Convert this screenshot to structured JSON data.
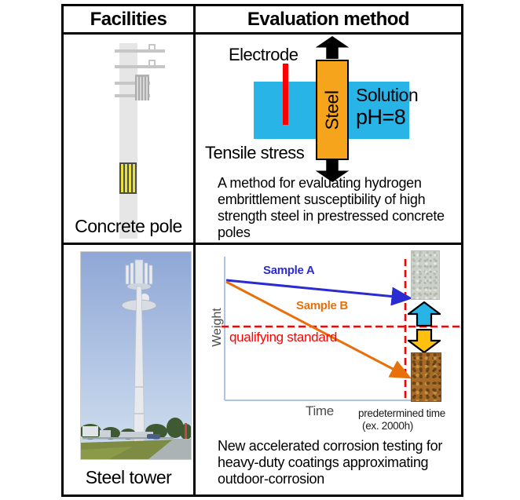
{
  "figure": {
    "header": {
      "facilities": "Facilities",
      "evaluation_method": "Evaluation method"
    }
  },
  "concrete_pole_row": {
    "facility_label": "Concrete pole",
    "diagram": {
      "electrode_label": "Electrode",
      "steel_label": "Steel",
      "solution_label": "Solution",
      "ph_label": "pH=8",
      "tensile_stress_label": "Tensile stress"
    },
    "description": "A method for evaluating hydrogen embrittlement susceptibility of high strength steel in prestressed concrete poles"
  },
  "steel_tower_row": {
    "facility_label": "Steel tower",
    "description": "New accelerated corrosion testing for heavy-duty coatings approximating outdoor-corrosion"
  },
  "chart_data": {
    "type": "line",
    "title": "",
    "xlabel": "Time",
    "ylabel": "Weight",
    "x_range": [
      0,
      1
    ],
    "y_range": [
      0,
      1
    ],
    "grid": false,
    "axes_style": "qualitative axes without tick labels, light-blue axis lines",
    "series": [
      {
        "name": "Sample A",
        "color": "#2b2bd2",
        "points": [
          [
            0,
            0.92
          ],
          [
            0.84,
            0.77
          ]
        ],
        "note": "ends above the qualifying standard at the predetermined time"
      },
      {
        "name": "Sample B",
        "color": "#e8700a",
        "points": [
          [
            0,
            0.91
          ],
          [
            0.84,
            0.17
          ]
        ],
        "note": "ends below the qualifying standard at the predetermined time"
      }
    ],
    "reference_lines": [
      {
        "label": "qualifying standard",
        "orientation": "horizontal",
        "y": 0.51,
        "color": "#ff0000",
        "style": "dashed"
      },
      {
        "label": "predetermined time",
        "orientation": "vertical",
        "x": 0.84,
        "color": "#ff0000",
        "style": "dashed"
      }
    ],
    "annotations": {
      "predetermined_time_caption": "predetermined time",
      "predetermined_time_example": "(ex. 2000h)"
    },
    "legend_position": "inline labels above each line"
  },
  "colors": {
    "solution_cyan": "#29b4e8",
    "steel_orange": "#f7a41d",
    "electrode_red": "#ff0000",
    "sample_a_blue": "#2b2bd2",
    "sample_b_orange": "#e8700a",
    "standard_red": "#ff0000",
    "pass_arrow_cyan": "#29b4e8",
    "fail_arrow_yellow": "#ffc010"
  }
}
